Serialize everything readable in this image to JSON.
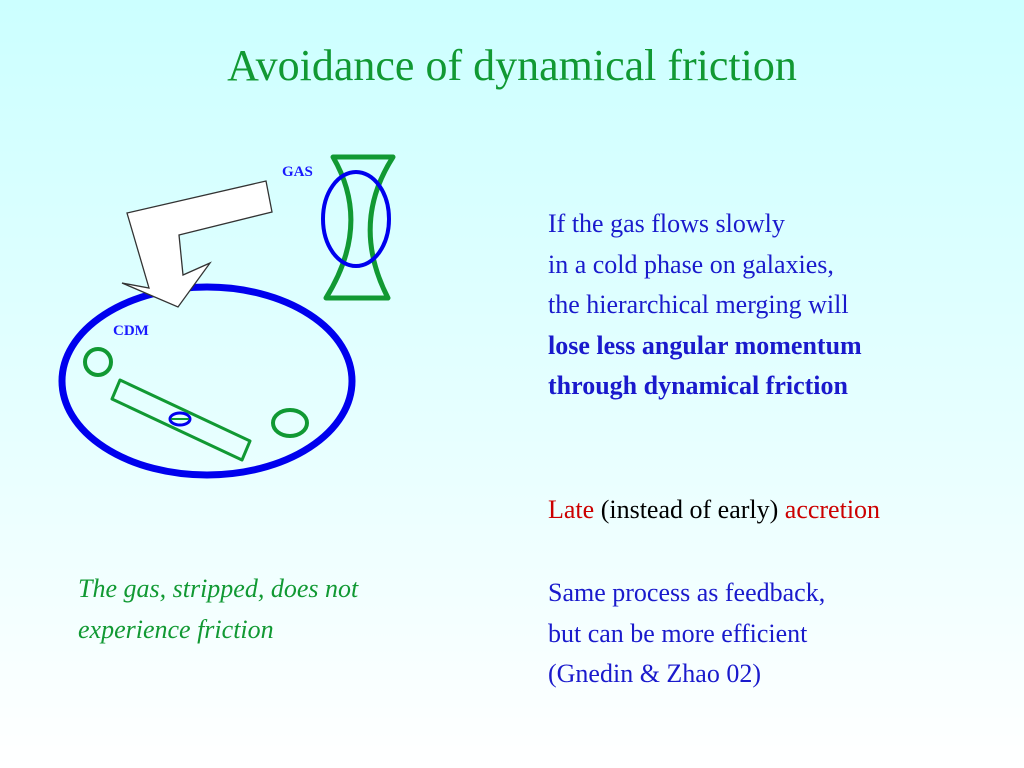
{
  "slide": {
    "title": "Avoidance of dynamical friction"
  },
  "diagram": {
    "gas_label": "GAS",
    "cdm_label": "CDM"
  },
  "caption_left": {
    "line1": "The gas, stripped, does not",
    "line2": "experience friction"
  },
  "paragraph1": {
    "line1": "If the gas flows slowly",
    "line2": "in a cold phase on galaxies,",
    "line3": "the hierarchical merging will",
    "line4": "lose less angular momentum",
    "line5": "through dynamical friction"
  },
  "accretion": {
    "late": "Late",
    "middle": "(instead of early)",
    "accretion": "accretion"
  },
  "paragraph2": {
    "line1": "Same process as feedback,",
    "line2": "but can be more efficient",
    "line3": "(Gnedin & Zhao 02)"
  },
  "colors": {
    "title_green": "#119933",
    "text_blue": "#1a1acc",
    "accent_red": "#cc0000",
    "ellipse_blue": "#0000ee",
    "shape_green": "#119933"
  }
}
